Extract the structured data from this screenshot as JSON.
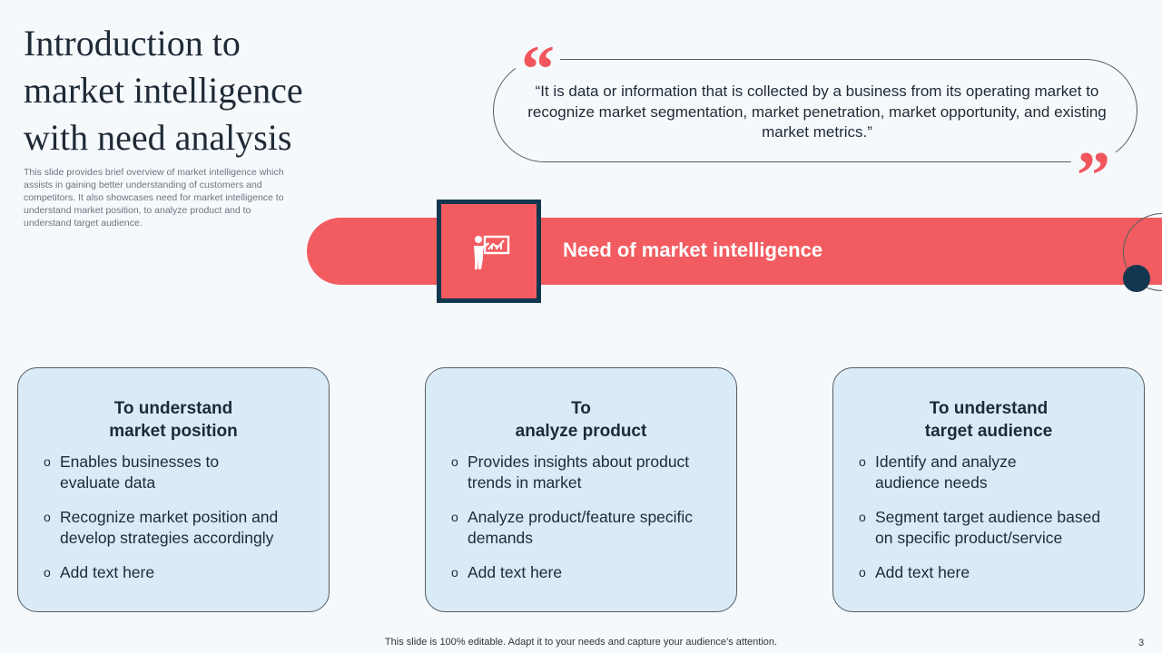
{
  "slide": {
    "title": "Introduction to\nmarket intelligence\nwith need analysis",
    "subtitle": "This slide provides brief overview of market intelligence which assists in gaining better understanding of customers and competitors. It also showcases need for market intelligence to understand market position, to analyze product and to understand target audience.",
    "quote": "“It is data or information that is collected by a business from its operating market to recognize market segmentation, market penetration, market opportunity, and existing market metrics.”",
    "banner_label": "Need of market intelligence",
    "banner_icon": "presentation-icon",
    "accent_color": "#f25c60",
    "dark_color": "#12384f",
    "card_color": "#d9ebf7"
  },
  "cards": [
    {
      "heading": "To understand\nmarket position",
      "bullets": [
        "Enables businesses to\nevaluate data",
        "Recognize market position and\ndevelop strategies accordingly",
        "Add text here"
      ]
    },
    {
      "heading": "To\nanalyze product",
      "bullets": [
        "Provides insights about product\ntrends in market",
        "Analyze product/feature specific\ndemands",
        "Add text here"
      ]
    },
    {
      "heading": "To understand\ntarget audience",
      "bullets": [
        "Identify and analyze\naudience needs",
        "Segment target audience based\non specific product/service",
        "Add text here"
      ]
    }
  ],
  "bullet_glyph": "o",
  "footer": {
    "note": "This slide is 100% editable. Adapt it to your needs and capture your audience’s attention.",
    "page_number": "3"
  }
}
